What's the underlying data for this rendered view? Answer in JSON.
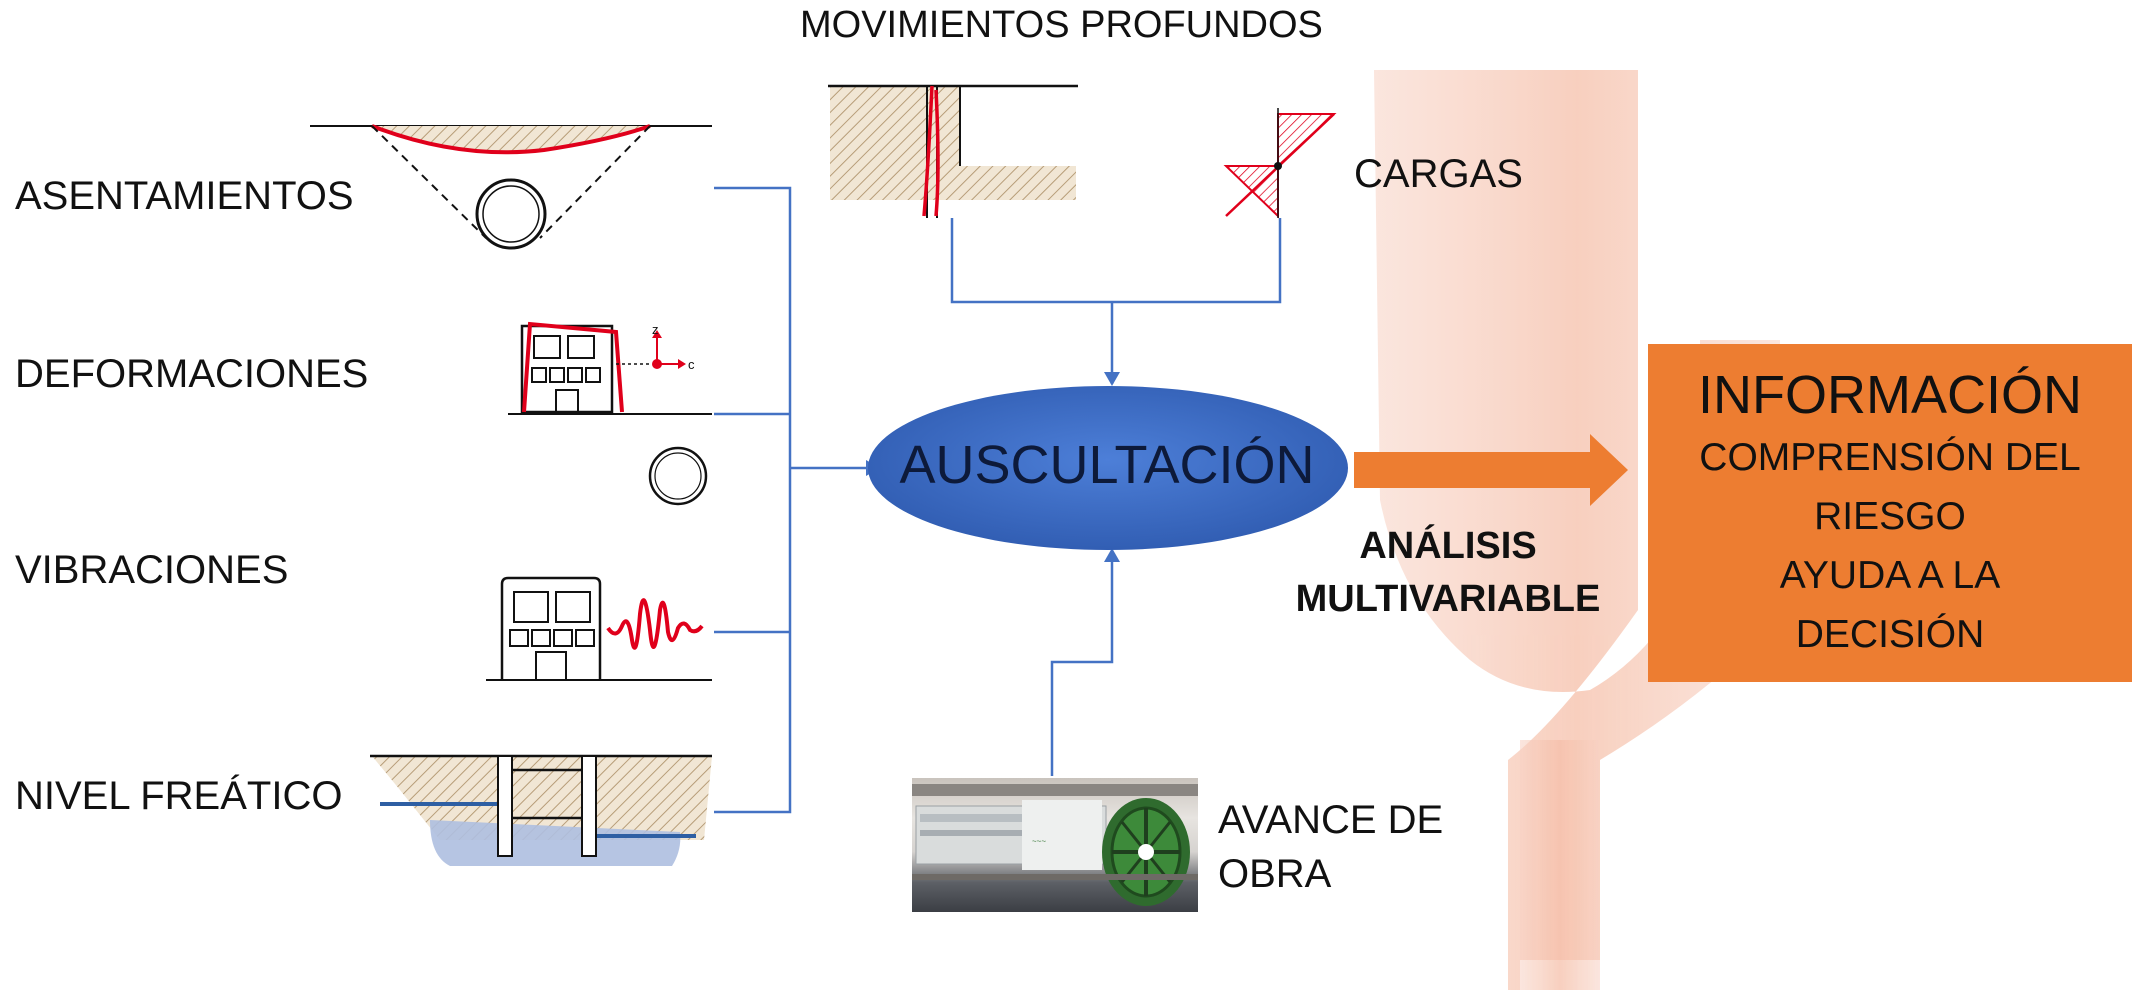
{
  "labels": {
    "asentamientos": "ASENTAMIENTOS",
    "deformaciones": "DEFORMACIONES",
    "vibraciones": "VIBRACIONES",
    "nivel_freatico": "NIVEL FREÁTICO",
    "movimientos_profundos": "MOVIMIENTOS PROFUNDOS",
    "cargas": "CARGAS",
    "avance_de_obra_line1": "AVANCE DE",
    "avance_de_obra_line2": "OBRA"
  },
  "center": {
    "title": "AUSCULTACIÓN"
  },
  "analysis": {
    "line1": "ANÁLISIS",
    "line2": "MULTIVARIABLE"
  },
  "info": {
    "title": "INFORMACIÓN",
    "lines": [
      "COMPRENSIÓN DEL",
      "RIESGO",
      "AYUDA A LA",
      "DECISIÓN"
    ]
  },
  "axis_labels": {
    "z": "z",
    "c": "c"
  },
  "colors": {
    "connector": "#4472c4",
    "ellipse": "#3f6cc8",
    "arrow": "#ed7d31",
    "info_box": "#ed7d31",
    "deformation_red": "#e0001b",
    "water": "#2e5fa3"
  }
}
